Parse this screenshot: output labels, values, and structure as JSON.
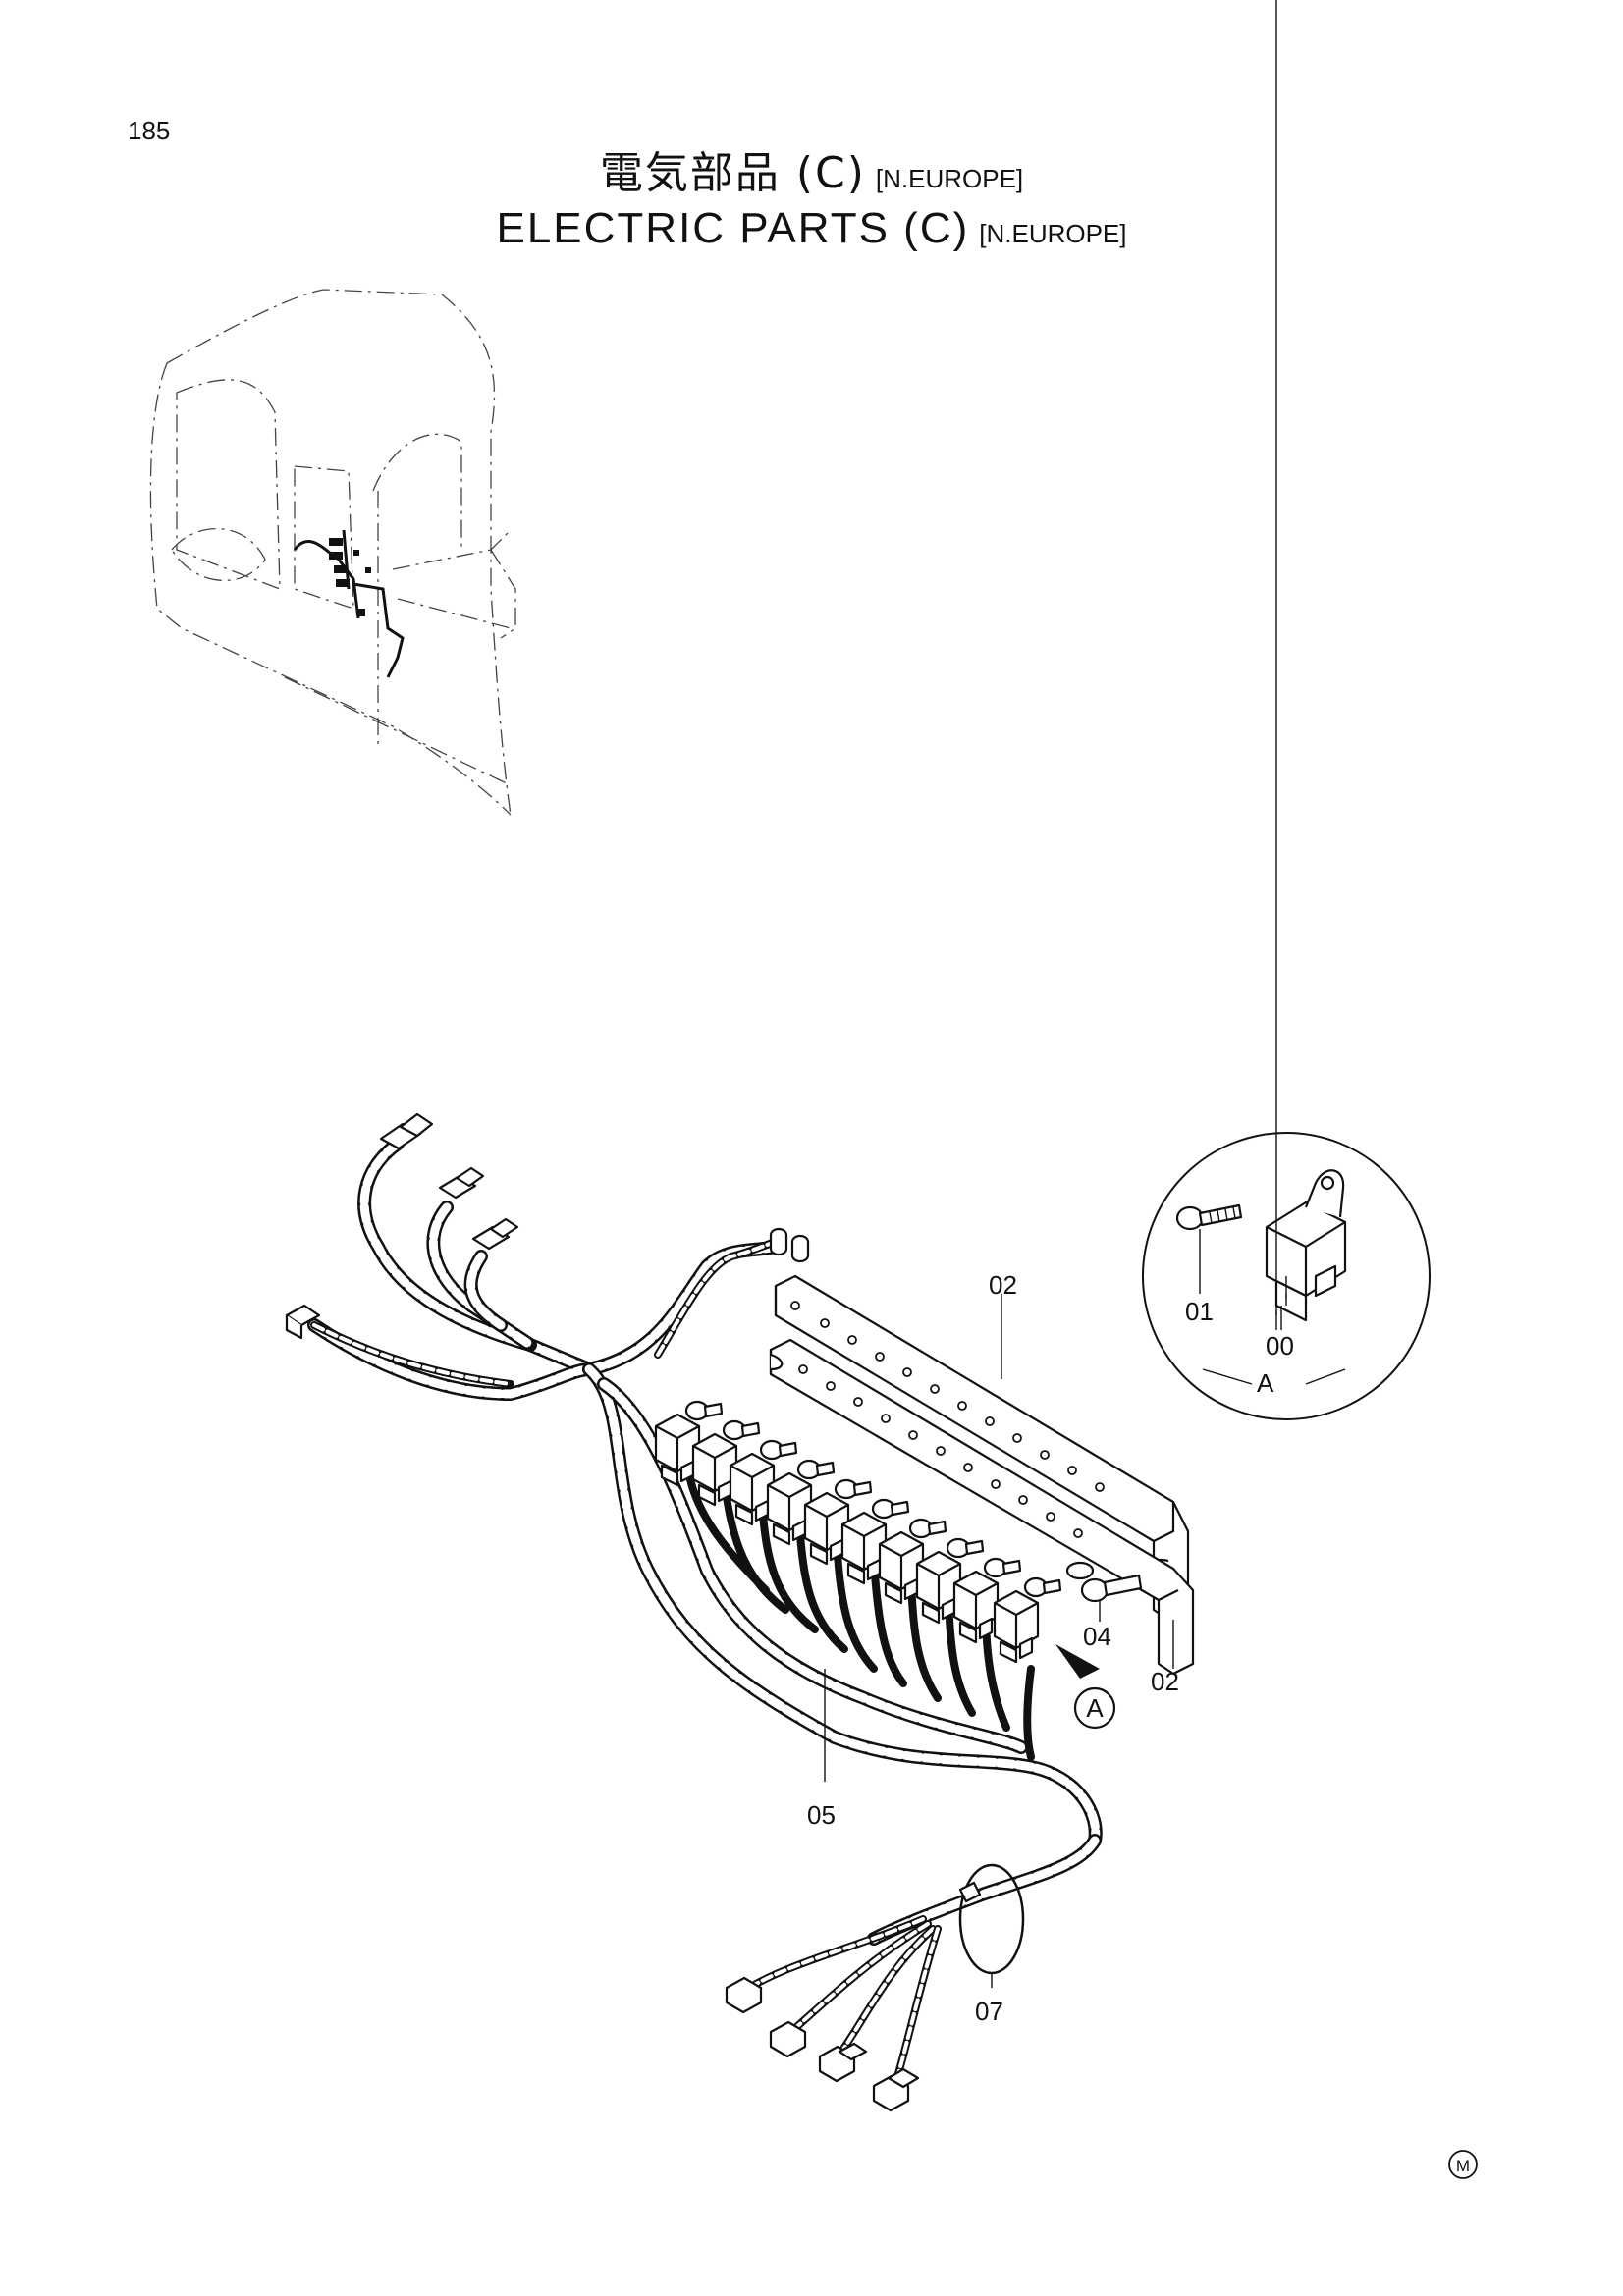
{
  "page": {
    "number": "185"
  },
  "title": {
    "jp_main": "電気部品 (C)",
    "en_main": "ELECTRIC PARTS (C)",
    "region": "[N.EUROPE]"
  },
  "callouts": {
    "c00": "00",
    "c01": "01",
    "c02_top": "02",
    "c02_bottom": "02",
    "c04": "04",
    "c05": "05",
    "c07": "07",
    "detail_label": "A",
    "view_marker": "A"
  },
  "footer": {
    "mark": "M"
  },
  "diagram": {
    "relay_count": 10
  }
}
